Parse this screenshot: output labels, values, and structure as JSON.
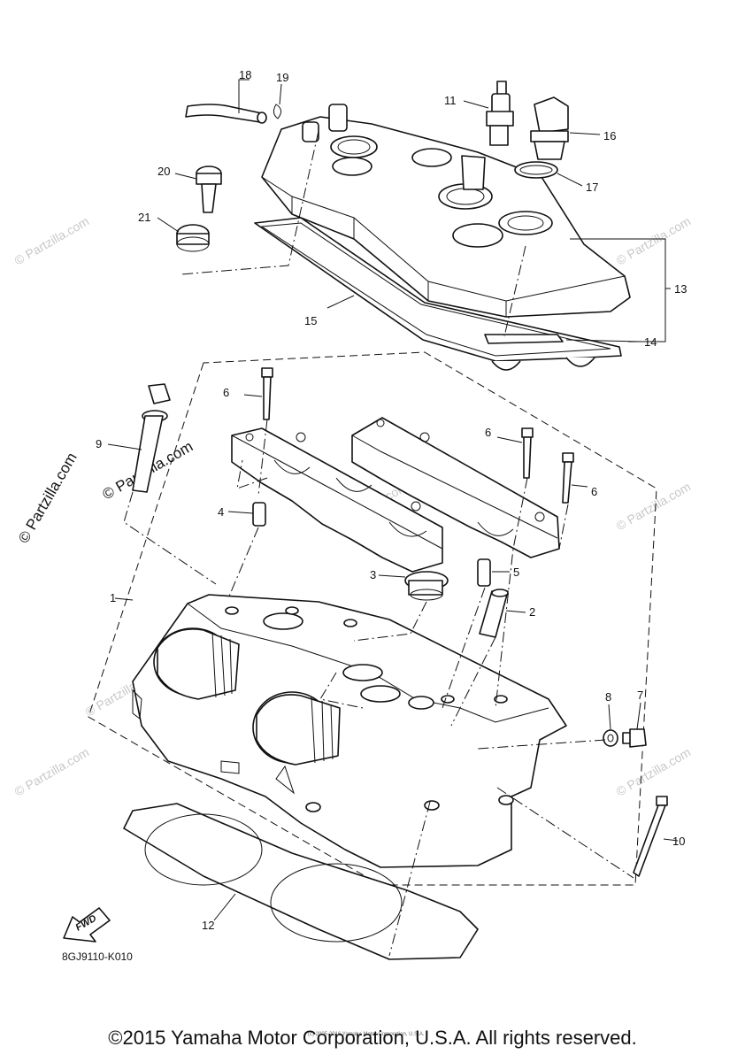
{
  "callouts": [
    {
      "num": "1"
    },
    {
      "num": "2"
    },
    {
      "num": "3"
    },
    {
      "num": "4"
    },
    {
      "num": "5"
    },
    {
      "num": "6"
    },
    {
      "num": "6"
    },
    {
      "num": "6"
    },
    {
      "num": "7"
    },
    {
      "num": "8"
    },
    {
      "num": "9"
    },
    {
      "num": "10"
    },
    {
      "num": "11"
    },
    {
      "num": "12"
    },
    {
      "num": "13"
    },
    {
      "num": "14"
    },
    {
      "num": "15"
    },
    {
      "num": "16"
    },
    {
      "num": "17"
    },
    {
      "num": "18"
    },
    {
      "num": "19"
    },
    {
      "num": "20"
    },
    {
      "num": "21"
    }
  ],
  "diagram_code": "8GJ9110-K010",
  "fwd_label": "FWD",
  "watermark": "© Partzilla.com",
  "tiny_notice": "(c) 2005-2016 Yamaha Motor Corporation, U.S.A.",
  "copyright": "©2015 Yamaha Motor Corporation, U.S.A. All rights reserved."
}
